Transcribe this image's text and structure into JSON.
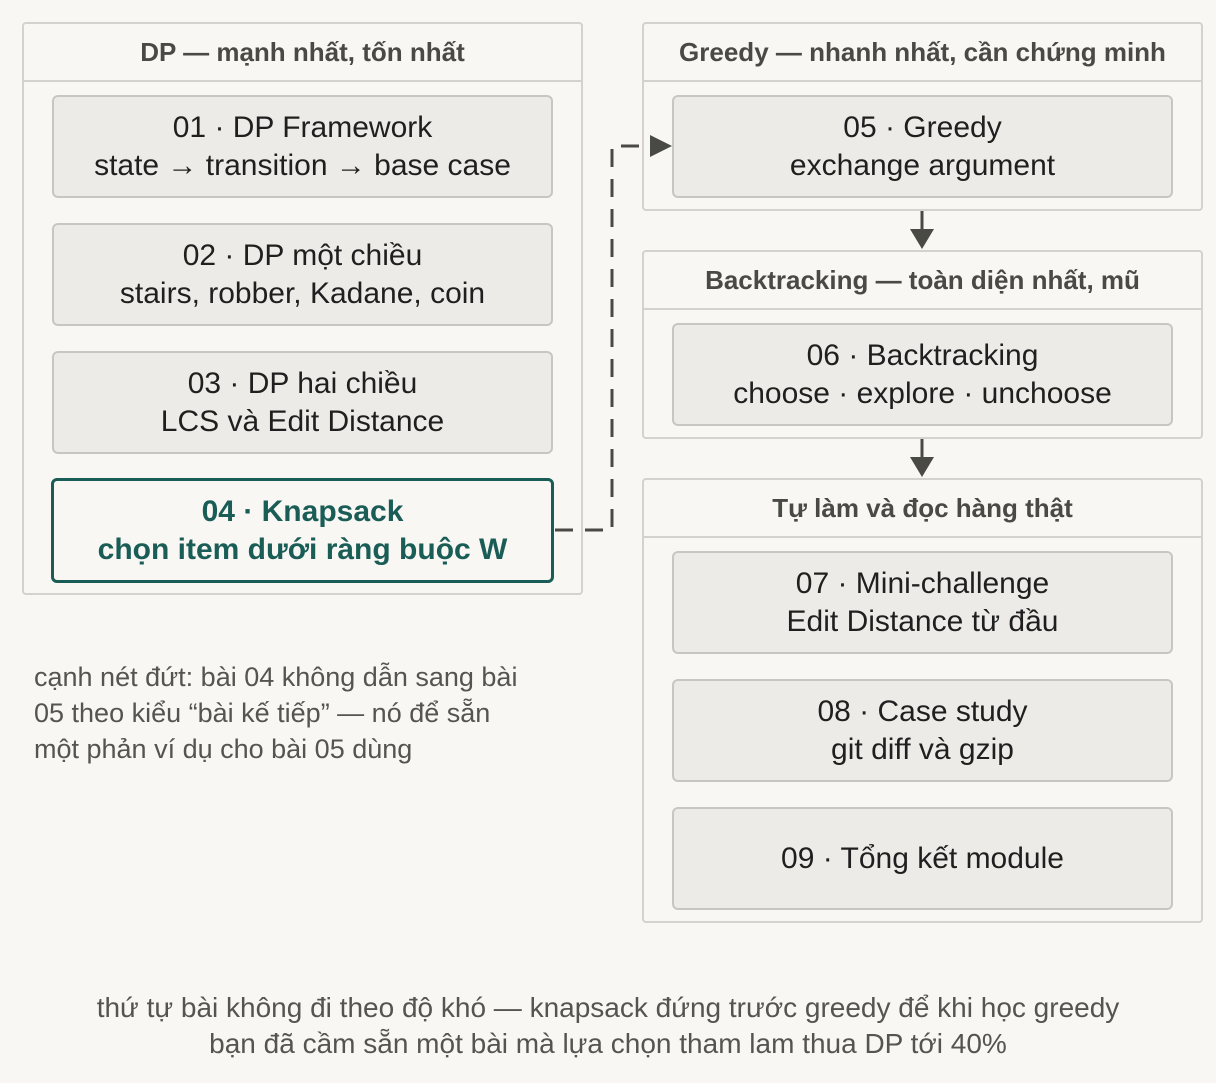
{
  "groups": {
    "dp": {
      "title": "DP — mạnh nhất, tốn nhất"
    },
    "greedy": {
      "title": "Greedy — nhanh nhất, cần chứng minh"
    },
    "backtracking": {
      "title": "Backtracking — toàn diện nhất, mũ"
    },
    "practice": {
      "title": "Tự làm và đọc hàng thật"
    }
  },
  "nodes": {
    "n01": {
      "line1": "01 · DP Framework",
      "line2": "state → transition → base case"
    },
    "n02": {
      "line1": "02 · DP một chiều",
      "line2": "stairs, robber, Kadane, coin"
    },
    "n03": {
      "line1": "03 · DP hai chiều",
      "line2": "LCS và Edit Distance"
    },
    "n04": {
      "line1": "04 · Knapsack",
      "line2": "chọn item dưới ràng buộc W"
    },
    "n05": {
      "line1": "05 · Greedy",
      "line2": "exchange argument"
    },
    "n06": {
      "line1": "06 · Backtracking",
      "line2": "choose · explore · unchoose"
    },
    "n07": {
      "line1": "07 · Mini-challenge",
      "line2": "Edit Distance từ đầu"
    },
    "n08": {
      "line1": "08 · Case study",
      "line2": "git diff và gzip"
    },
    "n09": {
      "line1": "09 · Tổng kết module"
    }
  },
  "note": {
    "line1": "cạnh nét đứt: bài 04 không dẫn sang bài",
    "line2": "05 theo kiểu “bài kế tiếp” — nó để sẵn",
    "line3": "một phản ví dụ cho bài 05 dùng"
  },
  "footer": {
    "line1": "thứ tự bài không đi theo độ khó — knapsack đứng trước greedy để khi học greedy",
    "line2": "bạn đã cầm sẵn một bài mà lựa chọn tham lam thua DP tới 40%"
  },
  "colors": {
    "highlight": "#1a5c56",
    "node_fill": "#ecebe7",
    "border": "#d4d2cc",
    "edge": "#4a4a45"
  }
}
